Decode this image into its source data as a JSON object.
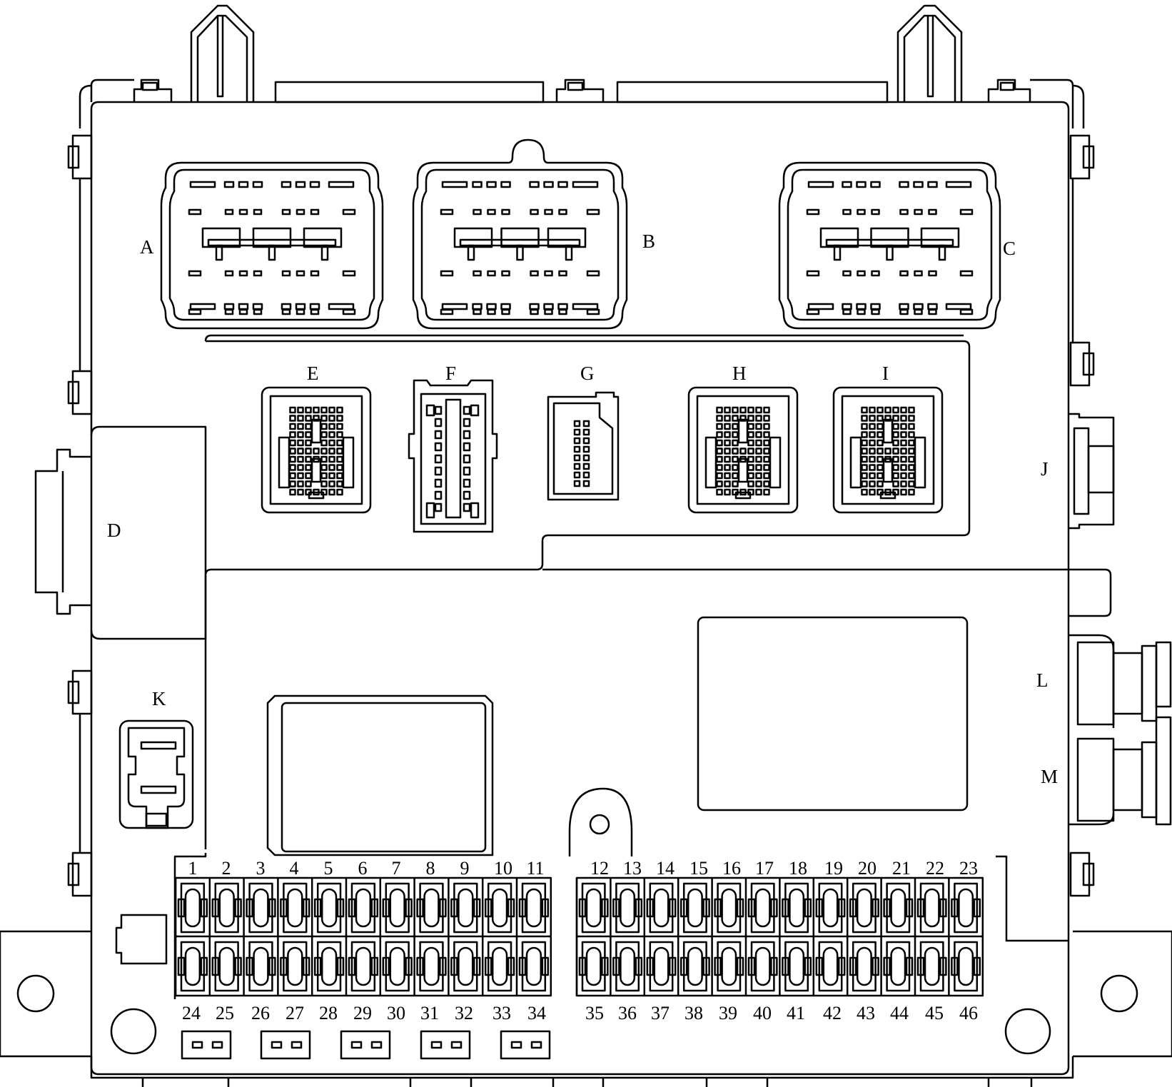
{
  "diagram": {
    "connector_labels": [
      "A",
      "B",
      "C",
      "D",
      "E",
      "F",
      "G",
      "H",
      "I",
      "J",
      "K",
      "L",
      "M"
    ],
    "fuse_top_row": [
      "1",
      "2",
      "3",
      "4",
      "5",
      "6",
      "7",
      "8",
      "9",
      "10",
      "11",
      "12",
      "13",
      "14",
      "15",
      "16",
      "17",
      "18",
      "19",
      "20",
      "21",
      "22",
      "23"
    ],
    "fuse_bottom_row": [
      "24",
      "25",
      "26",
      "27",
      "28",
      "29",
      "30",
      "31",
      "32",
      "33",
      "34",
      "35",
      "36",
      "37",
      "38",
      "39",
      "40",
      "41",
      "42",
      "43",
      "44",
      "45",
      "46"
    ],
    "stroke_color": "#000000",
    "background_color": "#ffffff"
  }
}
